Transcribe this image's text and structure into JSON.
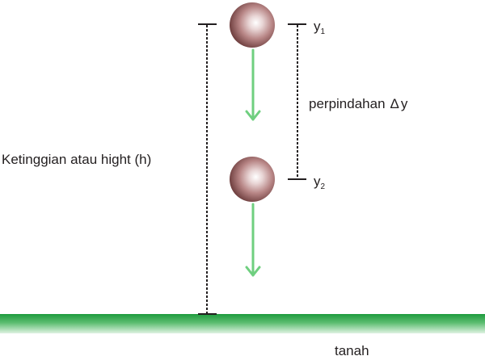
{
  "labels": {
    "height": "Ketinggian atau hight (h)",
    "displacement_word": "perpindahan",
    "delta_symbol": "Δ",
    "delta_var": "y",
    "y_letter": "y",
    "sub1": "1",
    "sub2": "2",
    "ground": "tanah"
  },
  "colors": {
    "ball_highlight": "#ffffff",
    "ball_mid": "#b88686",
    "ball_dark": "#6b3b3b",
    "arrow": "#6fcf7f",
    "ground_top": "#1e9b3d",
    "ground_bottom": "#dff2e2",
    "dimension": "#231f20"
  },
  "icons": {
    "ball": "sphere",
    "arrow": "down-arrow"
  }
}
